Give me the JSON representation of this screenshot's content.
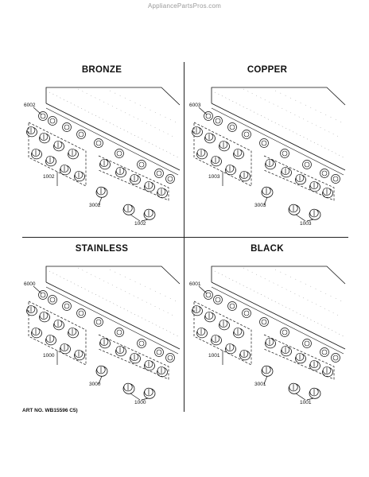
{
  "watermark": "AppliancePartsPros.com",
  "art_number": "ART NO. WB15596 C5)",
  "panels": [
    {
      "title": "BRONZE",
      "labels": {
        "top_callout": "6002",
        "left_group": "1002",
        "center": "3002",
        "bottom": "1002"
      }
    },
    {
      "title": "COPPER",
      "labels": {
        "top_callout": "6003",
        "left_group": "1003",
        "center": "3003",
        "bottom": "1003"
      }
    },
    {
      "title": "STAINLESS",
      "labels": {
        "top_callout": "6000",
        "left_group": "1000",
        "center": "3000",
        "bottom": "1000"
      }
    },
    {
      "title": "BLACK",
      "labels": {
        "top_callout": "6001",
        "left_group": "1001",
        "center": "3001",
        "bottom": "1001"
      }
    }
  ]
}
